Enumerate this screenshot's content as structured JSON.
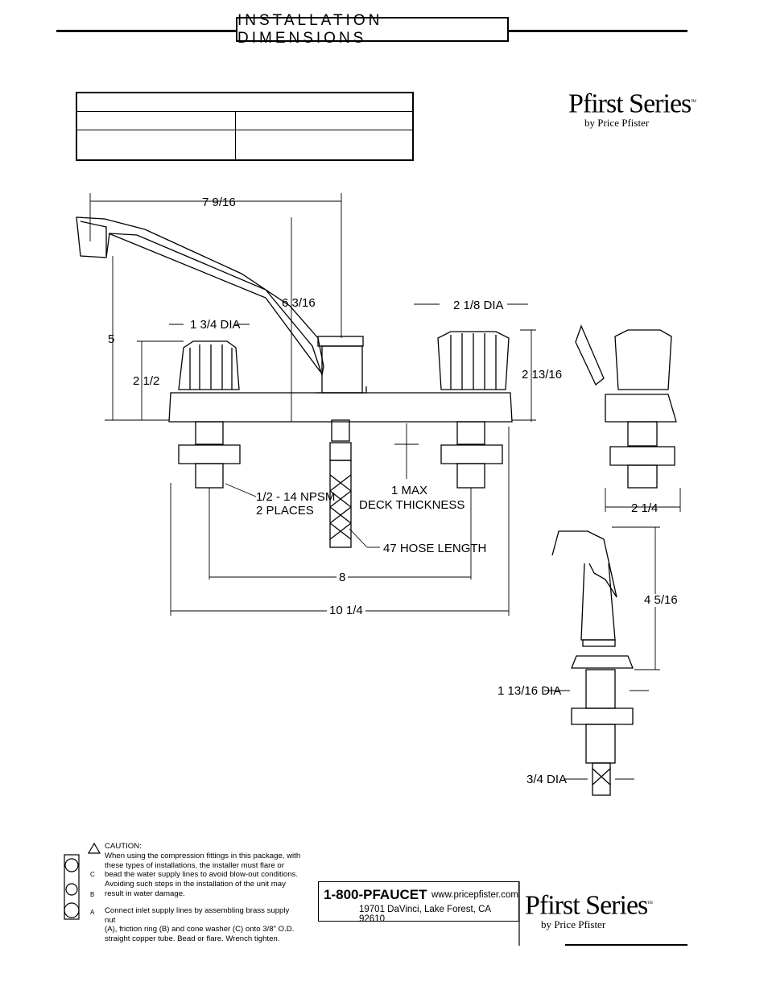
{
  "header": {
    "title": "INSTALLATION DIMENSIONS"
  },
  "logo": {
    "series": "Pfirst Series",
    "tm": "TM",
    "by": "by Price Pfister"
  },
  "dimensions": {
    "spout_reach": "7 9/16",
    "spout_height": "6 3/16",
    "overall_height": "5",
    "handle_height": "2 1/2",
    "handle_dia": "1 3/4 DIA",
    "right_handle_dia": "2 1/8 DIA",
    "right_handle_height": "2 13/16",
    "side_width": "2 1/4",
    "npsm": "1/2 - 14 NPSM",
    "places": "2 PLACES",
    "deck_1": "1 MAX",
    "deck_2": "DECK THICKNESS",
    "hose": "47 HOSE LENGTH",
    "centers": "8",
    "overall_width": "10 1/4",
    "spray_height": "4 5/16",
    "spray_base_dia": "1 13/16 DIA",
    "spray_shank_dia": "3/4 DIA"
  },
  "caution": {
    "heading": "CAUTION:",
    "line1": "When using the compression fittings in this package, with",
    "line2": "these types of installations, the installer must flare or",
    "line3": "bead the water supply lines to avoid blow-out conditions.",
    "line4": "Avoiding such steps in the installation of the unit may",
    "line5": "result in water damage.",
    "connect1": "Connect inlet supply lines by assembling brass supply nut",
    "connect2": "(A), friction ring (B) and cone washer (C) onto 3/8\" O.D.",
    "connect3": "straight copper tube. Bead or flare. Wrench tighten.",
    "label_a": "A",
    "label_b": "B",
    "label_c": "C"
  },
  "contact": {
    "phone": "1-800-PFAUCET",
    "web": "www.pricepfister.com",
    "address": "19701 DaVinci, Lake Forest, CA  92610"
  }
}
